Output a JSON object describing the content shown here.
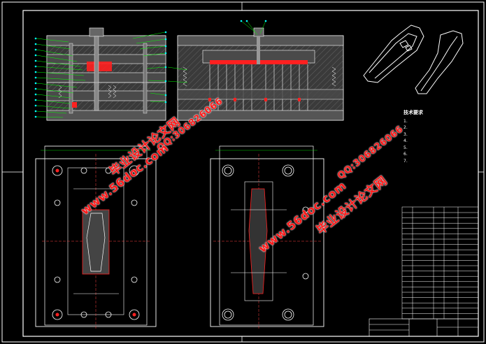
{
  "watermark": {
    "site": "www.56doc.com",
    "qq": "QQ:306826066",
    "brand": "毕业设计论文网"
  },
  "tech_notes": {
    "title": "技术要求",
    "lines": [
      "1.",
      "2.",
      "3.",
      "4.",
      "5.",
      "6.",
      "7."
    ]
  },
  "colors": {
    "background": "#000000",
    "lines": "#ffffff",
    "accent_red": "#ff2020",
    "green": "#00ff00",
    "yellow": "#ffff00",
    "cyan": "#00ffff"
  }
}
